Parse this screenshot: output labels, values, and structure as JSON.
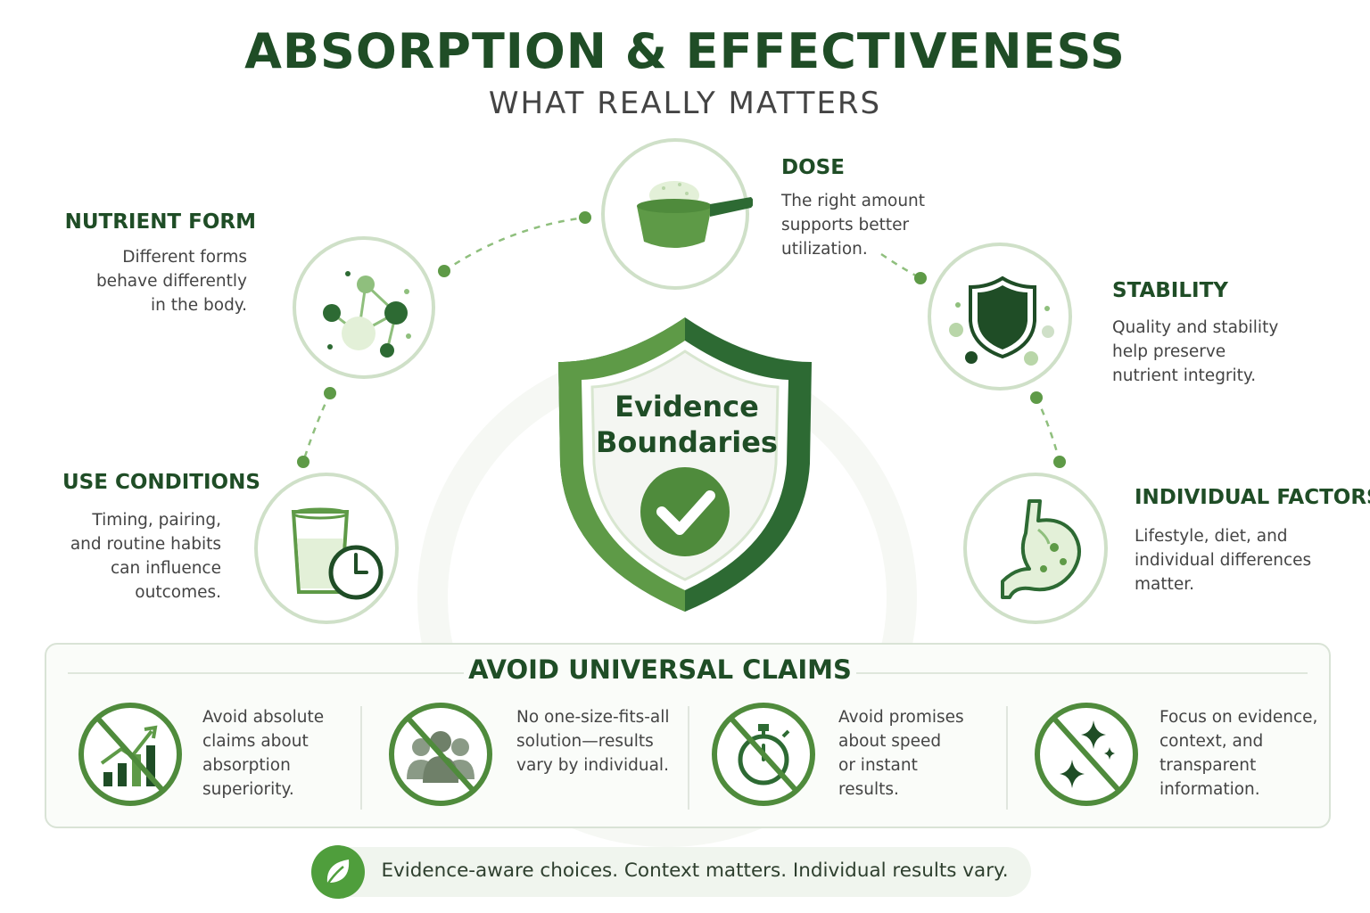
{
  "header": {
    "title": "ABSORPTION & EFFECTIVENESS",
    "subtitle": "WHAT REALLY MATTERS"
  },
  "center": {
    "label": "Evidence\nBoundaries",
    "icon": "shield-check-icon"
  },
  "factors": [
    {
      "title": "NUTRIENT FORM",
      "desc": "Different forms\nbehave differently\nin the body.",
      "icon": "molecule-icon"
    },
    {
      "title": "DOSE",
      "desc": "The right amount\nsupports better\nutilization.",
      "icon": "scoop-icon"
    },
    {
      "title": "STABILITY",
      "desc": "Quality and stability\nhelp preserve\nnutrient integrity.",
      "icon": "shield-icon"
    },
    {
      "title": "USE CONDITIONS",
      "desc": "Timing, pairing,\nand routine habits\ncan influence\noutcomes.",
      "icon": "glass-clock-icon"
    },
    {
      "title": "INDIVIDUAL FACTORS",
      "desc": "Lifestyle, diet, and\nindividual differences\nmatter.",
      "icon": "stomach-icon"
    }
  ],
  "avoid": {
    "title": "AVOID UNIVERSAL CLAIMS",
    "items": [
      {
        "text": "Avoid absolute\nclaims about\nabsorption\nsuperiority.",
        "icon": "no-chart-icon"
      },
      {
        "text": "No one-size-fits-all\nsolution—results\nvary by individual.",
        "icon": "no-people-icon"
      },
      {
        "text": "Avoid promises\nabout speed\nor instant\nresults.",
        "icon": "no-stopwatch-icon"
      },
      {
        "text": "Focus on evidence,\ncontext, and\ntransparent\ninformation.",
        "icon": "no-sparkle-icon"
      }
    ]
  },
  "footer": {
    "text": "Evidence-aware choices. Context matters. Individual results vary.",
    "icon": "leaf-icon"
  },
  "colors": {
    "dark_green": "#1f4d26",
    "mid_green": "#4f8b3c",
    "light_green": "#cfe0c8",
    "pale_green": "#e3f0d8"
  }
}
